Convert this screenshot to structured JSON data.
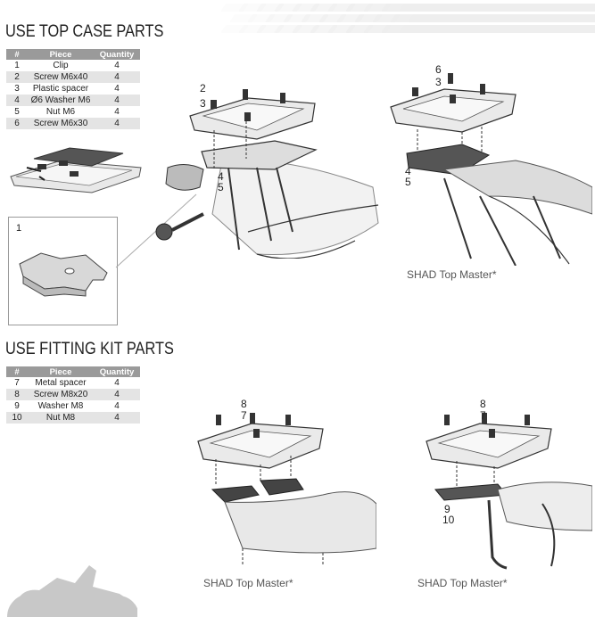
{
  "section1": {
    "title": "USE TOP CASE PARTS",
    "table": {
      "headers": [
        "#",
        "Piece",
        "Quantity"
      ],
      "rows": [
        [
          "1",
          "Clip",
          "4"
        ],
        [
          "2",
          "Screw M6x40",
          "4"
        ],
        [
          "3",
          "Plastic spacer",
          "4"
        ],
        [
          "4",
          "Ø6 Washer M6",
          "4"
        ],
        [
          "5",
          "Nut M6",
          "4"
        ],
        [
          "6",
          "Screw M6x30",
          "4"
        ]
      ]
    },
    "callout_number": "1",
    "diagram1_labels": [
      "2",
      "3",
      "4",
      "5"
    ],
    "diagram2_labels": [
      "6",
      "3",
      "4",
      "5"
    ],
    "caption": "SHAD Top Master*"
  },
  "section2": {
    "title": "USE FITTING KIT PARTS",
    "table": {
      "headers": [
        "#",
        "Piece",
        "Quantity"
      ],
      "rows": [
        [
          "7",
          "Metal spacer",
          "4"
        ],
        [
          "8",
          "Screw M8x20",
          "4"
        ],
        [
          "9",
          "Washer M8",
          "4"
        ],
        [
          "10",
          "Nut M8",
          "4"
        ]
      ]
    },
    "diagram3_labels": [
      "8",
      "7"
    ],
    "diagram4_labels": [
      "8",
      "7",
      "9",
      "10"
    ],
    "caption_left": "SHAD Top Master*",
    "caption_right": "SHAD Top Master*"
  },
  "colors": {
    "header_bg": "#9a9a9a",
    "row_alt": "#e4e4e4",
    "stripe": "#eeeeee",
    "silhouette": "#c8c8c8"
  }
}
